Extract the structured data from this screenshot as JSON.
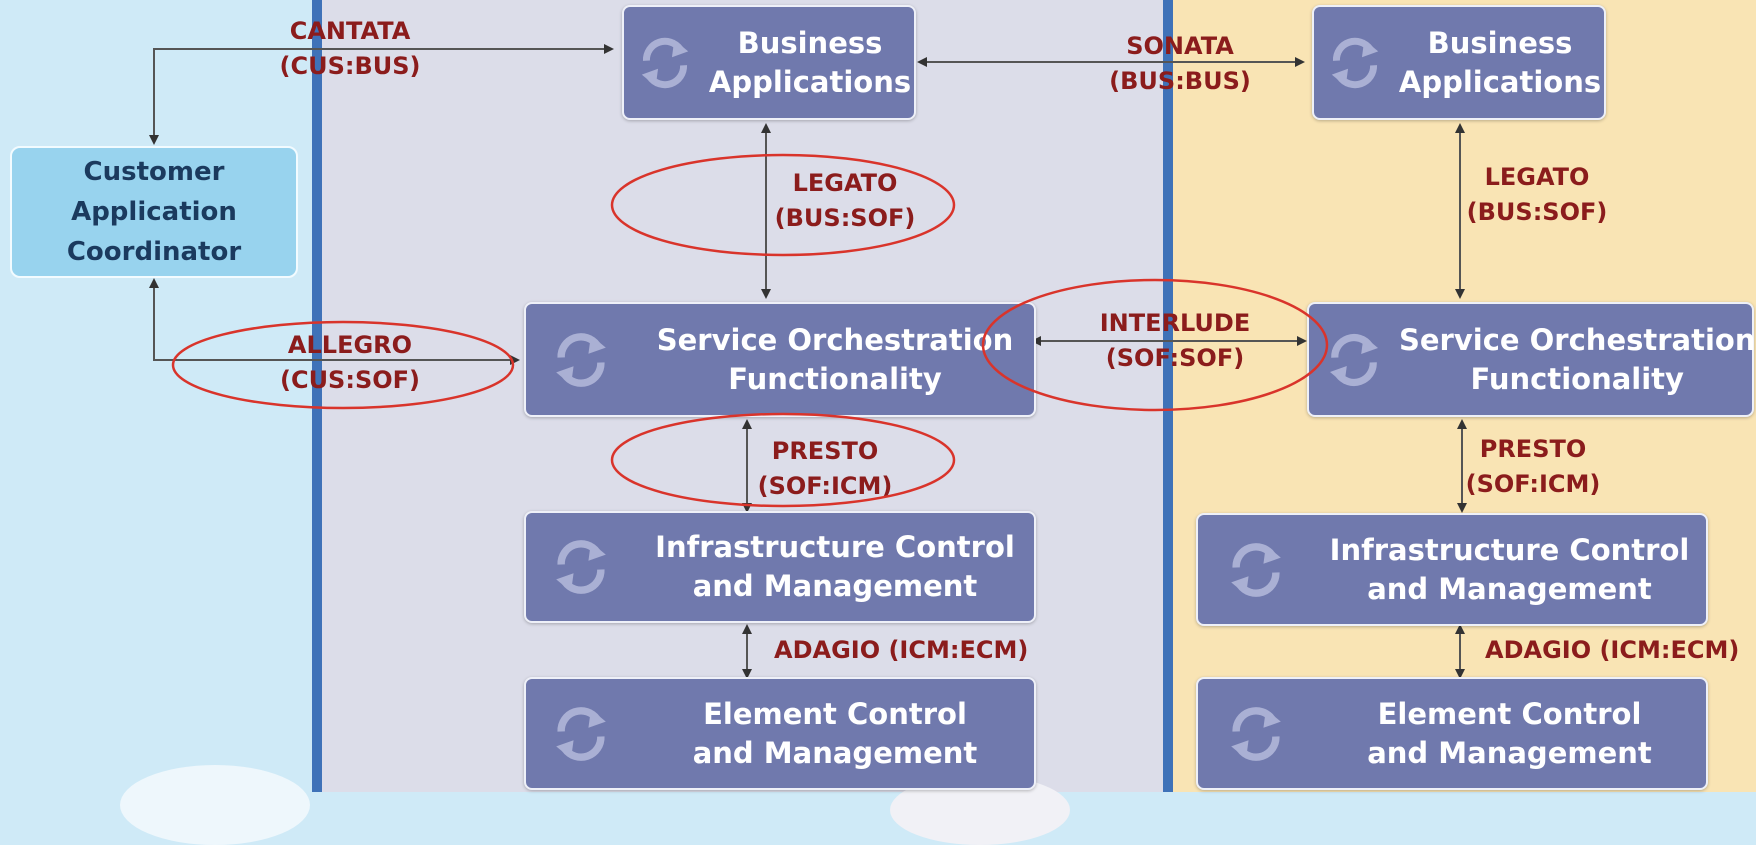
{
  "colors": {
    "customer_bg": "#cfeaf7",
    "provider_bg": "#dcdde9",
    "partner_bg": "#f9e4b4",
    "divider": "#3f72b8",
    "box_fill": "#7079ad",
    "label_red": "#8b1c1c",
    "highlight_ellipse": "#d9342b"
  },
  "customer_box": {
    "line1": "Customer",
    "line2": "Application",
    "line3": "Coordinator"
  },
  "left_stack": {
    "business": {
      "line1": "Business",
      "line2": "Applications",
      "icon": "refresh-icon"
    },
    "service": {
      "line1": "Service Orchestration",
      "line2": "Functionality",
      "icon": "refresh-icon"
    },
    "infrastructure": {
      "line1": "Infrastructure Control",
      "line2": "and Management",
      "icon": "refresh-icon"
    },
    "element": {
      "line1": "Element Control",
      "line2": "and Management",
      "icon": "refresh-icon"
    }
  },
  "right_stack": {
    "business": {
      "line1": "Business",
      "line2": "Applications",
      "icon": "refresh-icon"
    },
    "service": {
      "line1": "Service Orchestration",
      "line2": "Functionality",
      "icon": "refresh-icon"
    },
    "infrastructure": {
      "line1": "Infrastructure Control",
      "line2": "and Management",
      "icon": "refresh-icon"
    },
    "element": {
      "line1": "Element Control",
      "line2": "and Management",
      "icon": "refresh-icon"
    }
  },
  "interfaces": {
    "cantata": {
      "name": "CANTATA",
      "code": "(CUS:BUS)"
    },
    "allegro": {
      "name": "ALLEGRO",
      "code": "(CUS:SOF)"
    },
    "sonata": {
      "name": "SONATA",
      "code": "(BUS:BUS)"
    },
    "interlude": {
      "name": "INTERLUDE",
      "code": "(SOF:SOF)"
    },
    "legato_left": {
      "name": "LEGATO",
      "code": "(BUS:SOF)"
    },
    "legato_right": {
      "name": "LEGATO",
      "code": "(BUS:SOF)"
    },
    "presto_left": {
      "name": "PRESTO",
      "code": "(SOF:ICM)"
    },
    "presto_right": {
      "name": "PRESTO",
      "code": "(SOF:ICM)"
    },
    "adagio_left": {
      "text": "ADAGIO (ICM:ECM)"
    },
    "adagio_right": {
      "text": "ADAGIO (ICM:ECM)"
    }
  }
}
